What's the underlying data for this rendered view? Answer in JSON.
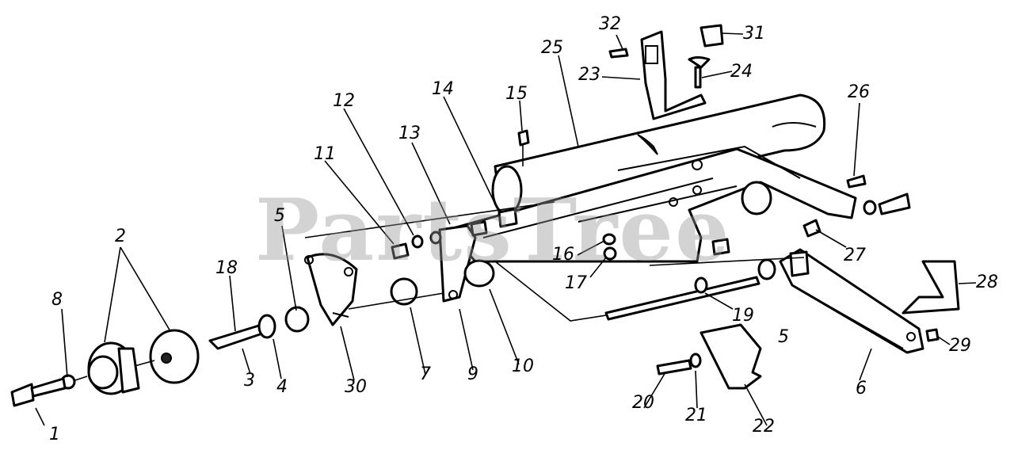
{
  "watermark": "PartsTree",
  "callouts": {
    "c1": "1",
    "c2": "2",
    "c3": "3",
    "c4": "4",
    "c5a": "5",
    "c5b": "5",
    "c6": "6",
    "c7": "7",
    "c8": "8",
    "c9": "9",
    "c10": "10",
    "c11": "11",
    "c12": "12",
    "c13": "13",
    "c14": "14",
    "c15": "15",
    "c16": "16",
    "c17": "17",
    "c18": "18",
    "c19": "19",
    "c20": "20",
    "c21": "21",
    "c22": "22",
    "c23": "23",
    "c24": "24",
    "c25": "25",
    "c26": "26",
    "c27": "27",
    "c28": "28",
    "c29": "29",
    "c30": "30",
    "c31": "31",
    "c32": "32"
  }
}
